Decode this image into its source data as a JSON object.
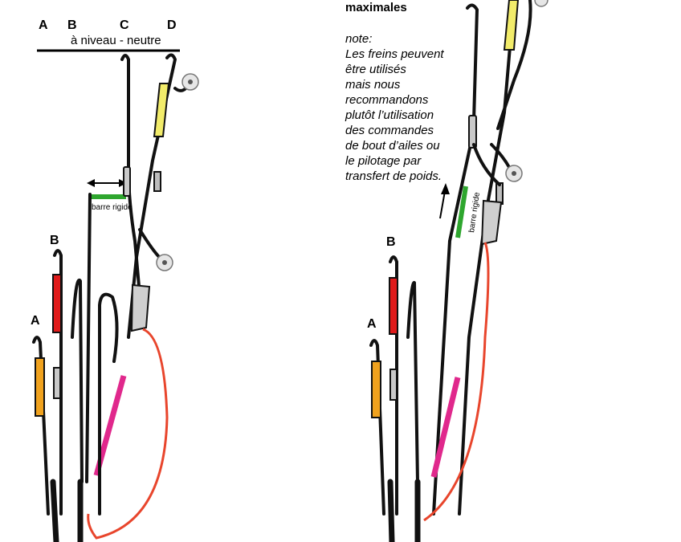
{
  "left_panel": {
    "riser_labels": [
      "A",
      "B",
      "C",
      "D"
    ],
    "level_label": "à niveau - neutre",
    "rigid_bar_label": "barre rigide",
    "group_labels": [
      "B",
      "A"
    ]
  },
  "right_panel": {
    "header_text": "maximales",
    "note_lines": [
      "note:",
      "Les freins peuvent",
      "être utilisés",
      "mais nous",
      "recommandons",
      "plutôt l’utilisation",
      "des commandes",
      "de bout d’ailes ou",
      "le pilotage par",
      "transfert de poids."
    ],
    "rigid_bar_label": "barre rigide",
    "group_labels": [
      "B",
      "A"
    ]
  },
  "colors": {
    "riser": "#111111",
    "brake_line": "#e8452c",
    "rigid_bar": "#2ea62e",
    "a_riser_tab": "#f0a21e",
    "b_riser_tab": "#e01b1b",
    "d_riser_tab": "#f2ec6a",
    "brake_handle_mark": "#e0288c",
    "buckle": "#c9c9c9"
  }
}
